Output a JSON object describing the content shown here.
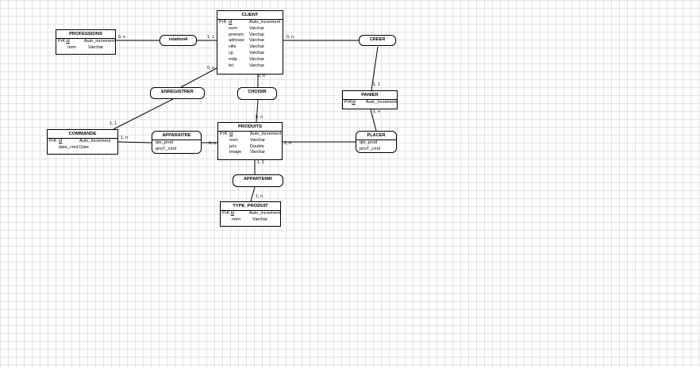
{
  "entities": {
    "client": {
      "title": "CLIENT",
      "rows": [
        {
          "key": "PrK",
          "name": "id",
          "type": "Auto_increment",
          "pk": true
        },
        {
          "key": "",
          "name": "nom",
          "type": "Varchar"
        },
        {
          "key": "",
          "name": "prenom",
          "type": "Varchar"
        },
        {
          "key": "",
          "name": "adresse",
          "type": "Varchar"
        },
        {
          "key": "",
          "name": "ville",
          "type": "Varchar"
        },
        {
          "key": "",
          "name": "cp",
          "type": "Varchar"
        },
        {
          "key": "",
          "name": "mdp",
          "type": "Varchar"
        },
        {
          "key": "",
          "name": "tel",
          "type": "Varchar"
        }
      ]
    },
    "professions": {
      "title": "PROFESSIONS",
      "rows": [
        {
          "key": "PrK",
          "name": "id",
          "type": "Auto_increment",
          "pk": true
        },
        {
          "key": "",
          "name": "nom",
          "type": "Varchar"
        }
      ]
    },
    "panier": {
      "title": "PANIER",
      "rows": [
        {
          "key": "PrK",
          "name": "id",
          "type": "Auto_increment",
          "pk": true
        }
      ]
    },
    "commande": {
      "title": "COMMANDE",
      "rows": [
        {
          "key": "PrK",
          "name": "id",
          "type": "Auto_increment",
          "pk": true
        },
        {
          "key": "",
          "name": "date_cmd",
          "type": "Date"
        }
      ]
    },
    "produits": {
      "title": "PRODUITS",
      "rows": [
        {
          "key": "PrK",
          "name": "id",
          "type": "Auto_increment",
          "pk": true
        },
        {
          "key": "",
          "name": "nom",
          "type": "Varchar"
        },
        {
          "key": "",
          "name": "prix",
          "type": "Double"
        },
        {
          "key": "",
          "name": "image",
          "type": "Varchar"
        }
      ]
    },
    "type_produit": {
      "title": "TYPE_PRODUIT",
      "rows": [
        {
          "key": "PrK",
          "name": "id",
          "type": "Auto_increment",
          "pk": true
        },
        {
          "key": "",
          "name": "nom",
          "type": "Varchar"
        }
      ]
    }
  },
  "associations": {
    "relation4": {
      "title": "relation4",
      "attrs": []
    },
    "creer": {
      "title": "CREER",
      "attrs": []
    },
    "enregistrer": {
      "title": "ENREGISTRER",
      "attrs": []
    },
    "choisir": {
      "title": "CHOISIR",
      "attrs": []
    },
    "apparaitre": {
      "title": "APPARAITRE",
      "attrs": [
        "qte_prod",
        "prixT_cmd"
      ]
    },
    "placer": {
      "title": "PLACER",
      "attrs": [
        "qte_prod",
        "prixT_cmd"
      ]
    },
    "appartenir": {
      "title": "APPARTENIR",
      "attrs": []
    }
  },
  "cardinalities": {
    "professions_relation4": "0, n",
    "client_relation4": "1, 1",
    "client_creer": "0, n",
    "panier_creer": "1, 1",
    "client_enregistrer": "0, n",
    "commande_enregistrer": "1, 1",
    "client_choisir": "0, n",
    "produits_choisir": "0, n",
    "commande_apparaitre": "1, n",
    "produits_apparaitre": "0, n",
    "produits_placer": "0, n",
    "panier_placer": "1, n",
    "produits_appartenir": "1, 1",
    "type_appartenir": "1, n"
  },
  "colors": {
    "line": "#000000",
    "grid": "#e3e3e3",
    "box": "#ffffff"
  }
}
